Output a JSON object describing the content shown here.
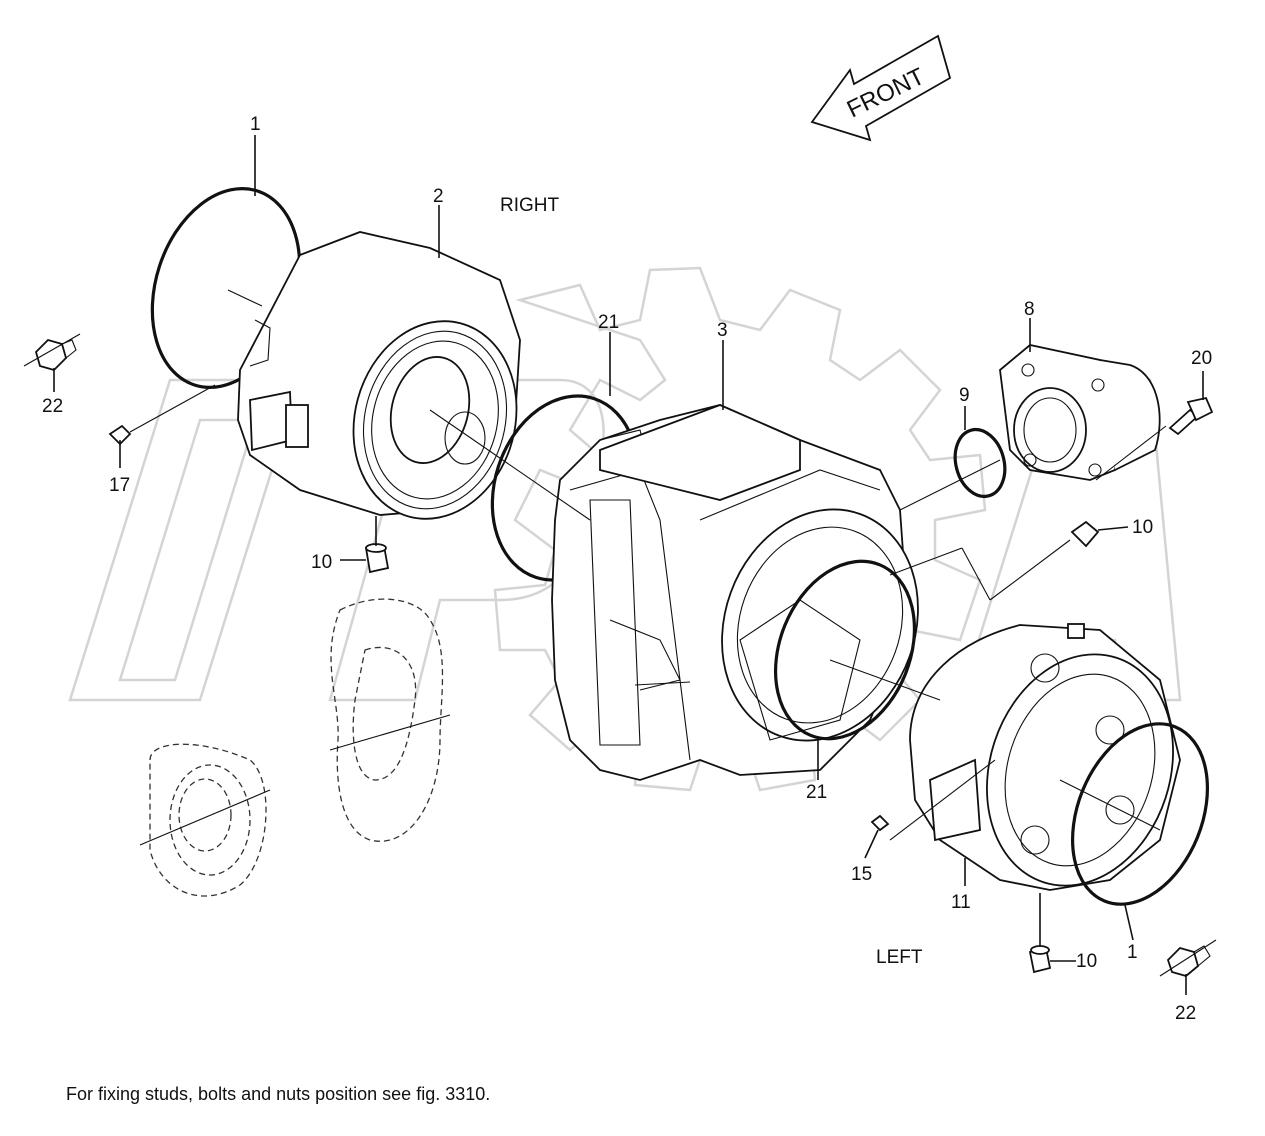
{
  "labels": {
    "side_right": "RIGHT",
    "side_left": "LEFT",
    "front": "FRONT",
    "callouts": {
      "c1a": "1",
      "c2": "2",
      "c3": "3",
      "c8": "8",
      "c9": "9",
      "c20": "20",
      "c21a": "21",
      "c22a": "22",
      "c17": "17",
      "c10a": "10",
      "c10b": "10",
      "c21b": "21",
      "c15": "15",
      "c11": "11",
      "c10c": "10",
      "c1b": "1",
      "c22b": "22"
    }
  },
  "footer_note": "For fixing studs, bolts and nuts position see fig. 3310."
}
